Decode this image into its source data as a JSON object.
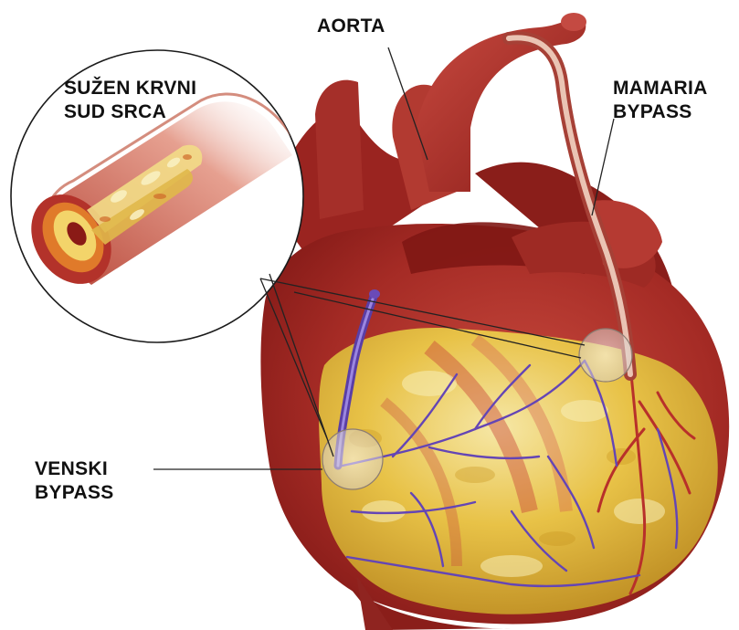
{
  "labels": {
    "aorta": "AORTA",
    "narrowed_vessel": [
      "SUŽEN KRVNI",
      "SUD SRCA"
    ],
    "mamaria_bypass": [
      "MAMARIA",
      "BYPASS"
    ],
    "venous_bypass": [
      "VENSKI",
      "BYPASS"
    ]
  },
  "colors": {
    "heart_dark": "#8e1a18",
    "heart_mid": "#b83a32",
    "heart_light": "#d86a5c",
    "fat_yellow": "#e9c43c",
    "fat_light": "#f5e6a0",
    "vein_purple": "#6a4ab8",
    "artery_red": "#c23a2a",
    "bypass_graft": "#e8b8a8",
    "leader_line": "#222222"
  }
}
